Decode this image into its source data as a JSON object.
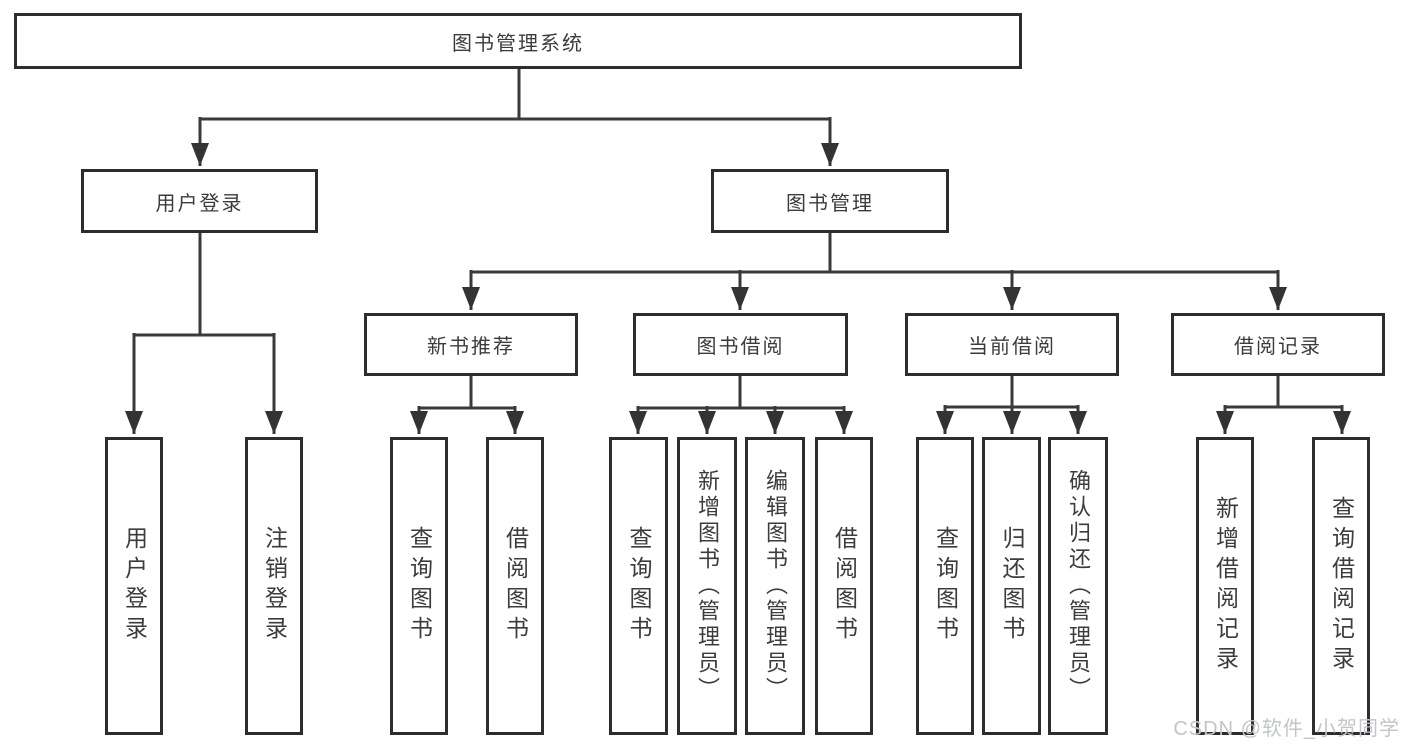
{
  "diagram": {
    "root": {
      "label": "图书管理系统"
    },
    "level2": [
      {
        "id": "user-login",
        "label": "用户登录",
        "leaves": [
          {
            "label": "用户登录"
          },
          {
            "label": "注销登录"
          }
        ]
      },
      {
        "id": "book-management",
        "label": "图书管理",
        "groups": [
          {
            "id": "new-book-recommendation",
            "label": "新书推荐",
            "leaves": [
              {
                "label": "查询图书"
              },
              {
                "label": "借阅图书"
              }
            ]
          },
          {
            "id": "book-borrowing",
            "label": "图书借阅",
            "leaves": [
              {
                "label": "查询图书"
              },
              {
                "label": "新增图书（管理员）"
              },
              {
                "label": "编辑图书（管理员）"
              },
              {
                "label": "借阅图书"
              }
            ]
          },
          {
            "id": "current-borrowing",
            "label": "当前借阅",
            "leaves": [
              {
                "label": "查询图书"
              },
              {
                "label": "归还图书"
              },
              {
                "label": "确认归还（管理员）"
              }
            ]
          },
          {
            "id": "borrowing-records",
            "label": "借阅记录",
            "leaves": [
              {
                "label": "新增借阅记录"
              },
              {
                "label": "查询借阅记录"
              }
            ]
          }
        ]
      }
    ]
  },
  "watermark": {
    "text": "CSDN @软件_小贺同学"
  },
  "colors": {
    "line": "#3a3a3a",
    "border": "#2d2d2d",
    "text": "#3c3c3c",
    "watermark": "#c2c5c9",
    "background": "#ffffff"
  }
}
